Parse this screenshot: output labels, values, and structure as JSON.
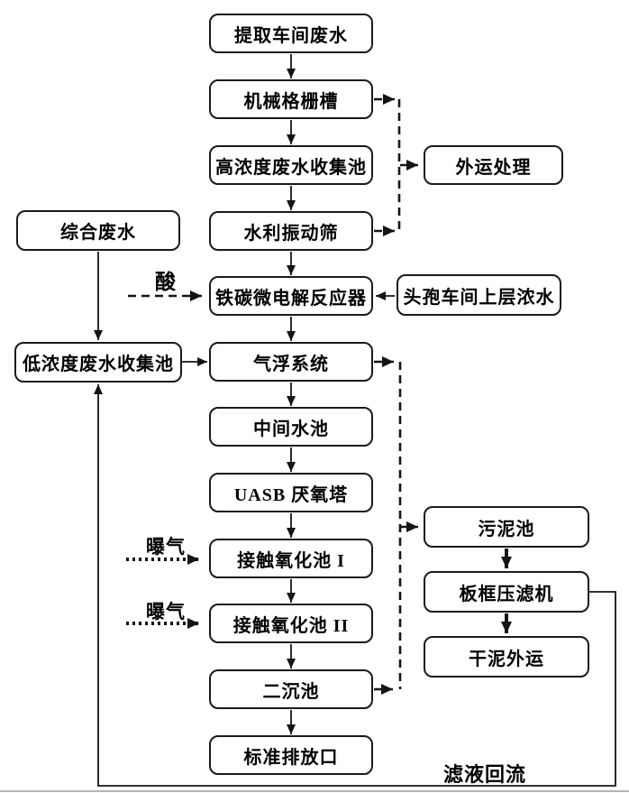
{
  "diagram": {
    "title": "wastewater-treatment-process-flowchart",
    "nodes": {
      "extract": "提取车间废水",
      "mech_screen": "机械格栅槽",
      "high_tank": "高浓度废水收集池",
      "vib_screen": "水利振动筛",
      "reactor": "铁碳微电解反应器",
      "air_flotation": "气浮系统",
      "mid_tank": "中间水池",
      "uasb": "UASB 厌氧塔",
      "cox1": "接触氧化池 I",
      "cox2": "接触氧化池 II",
      "sec_sed": "二沉池",
      "outlet": "标准排放口",
      "comprehensive": "综合废水",
      "low_tank": "低浓度废水收集池",
      "external": "外运处理",
      "cepha": "头孢车间上层浓水",
      "sludge": "污泥池",
      "press": "板框压滤机",
      "dry_sludge": "干泥外运"
    },
    "labels": {
      "acid": "酸",
      "aeration": "曝气",
      "filtrate_reflux": "滤液回流"
    },
    "colors": {
      "line": "#141414",
      "box_border": "#1a1a1a",
      "box_bg": "#ffffff"
    }
  }
}
